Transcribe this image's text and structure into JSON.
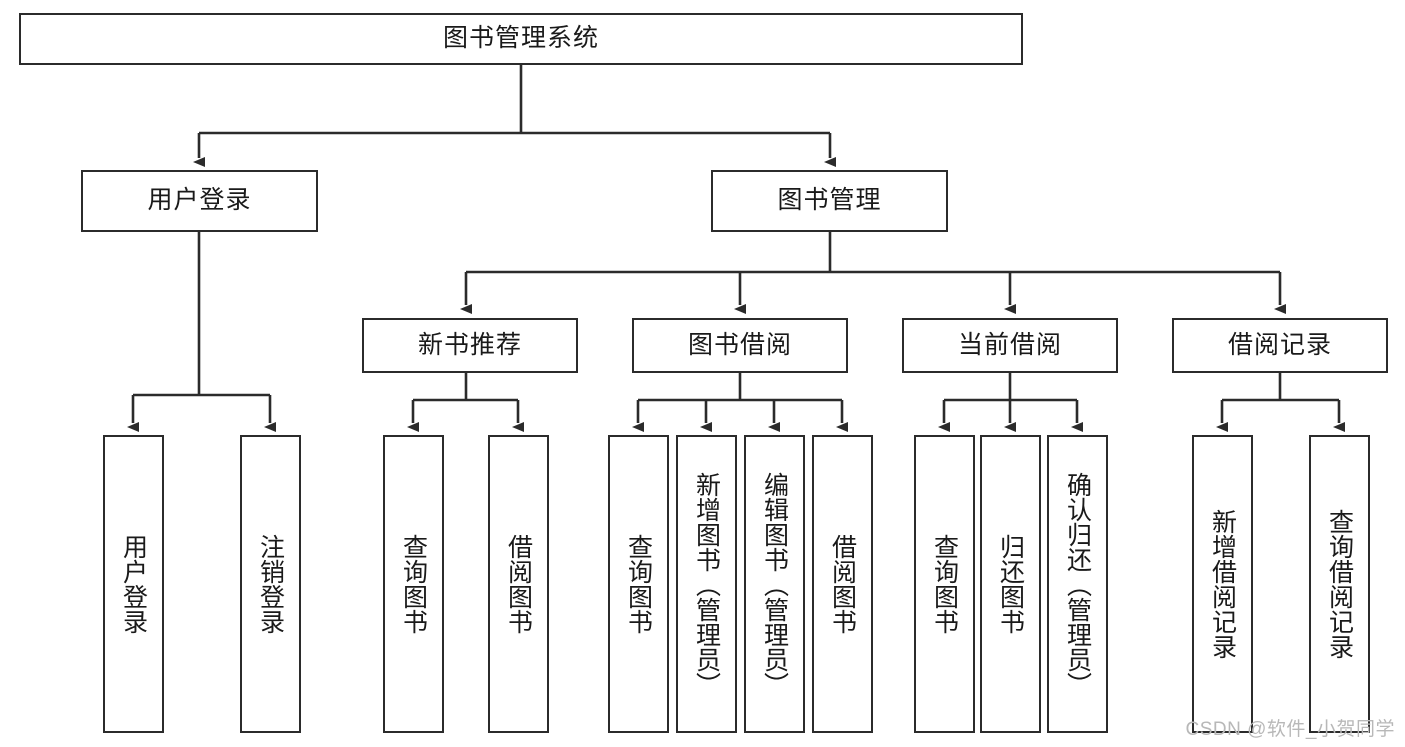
{
  "diagram": {
    "title_box": {
      "label": "图书管理系统"
    },
    "level2": [
      {
        "id": "user-login",
        "label": "用户登录"
      },
      {
        "id": "book-management",
        "label": "图书管理"
      }
    ],
    "level3": [
      {
        "id": "new-book-recommend",
        "label": "新书推荐"
      },
      {
        "id": "book-borrow",
        "label": "图书借阅"
      },
      {
        "id": "current-borrow",
        "label": "当前借阅"
      },
      {
        "id": "borrow-record",
        "label": "借阅记录"
      }
    ],
    "leaves": [
      {
        "id": "leaf-user-login",
        "label": "用户登录",
        "parent": "user-login"
      },
      {
        "id": "leaf-logout-login",
        "label": "注销登录",
        "parent": "user-login"
      },
      {
        "id": "leaf-query-book-1",
        "label": "查询图书",
        "parent": "new-book-recommend"
      },
      {
        "id": "leaf-borrow-book-1",
        "label": "借阅图书",
        "parent": "new-book-recommend"
      },
      {
        "id": "leaf-query-book-2",
        "label": "查询图书",
        "parent": "book-borrow"
      },
      {
        "id": "leaf-add-book",
        "label": "新增图书（管理员）",
        "parent": "book-borrow"
      },
      {
        "id": "leaf-edit-book",
        "label": "编辑图书（管理员）",
        "parent": "book-borrow"
      },
      {
        "id": "leaf-borrow-book-2",
        "label": "借阅图书",
        "parent": "book-borrow"
      },
      {
        "id": "leaf-query-book-3",
        "label": "查询图书",
        "parent": "current-borrow"
      },
      {
        "id": "leaf-return-book",
        "label": "归还图书",
        "parent": "current-borrow"
      },
      {
        "id": "leaf-confirm-return",
        "label": "确认归还（管理员）",
        "parent": "current-borrow"
      },
      {
        "id": "leaf-add-record",
        "label": "新增借阅记录",
        "parent": "borrow-record"
      },
      {
        "id": "leaf-query-record",
        "label": "查询借阅记录",
        "parent": "borrow-record"
      }
    ],
    "watermark": "CSDN @软件_小贺同学",
    "colors": {
      "stroke": "#2b2b2b",
      "background": "#ffffff",
      "text": "#1a1a1a",
      "watermark": "#b8b8b8"
    }
  }
}
